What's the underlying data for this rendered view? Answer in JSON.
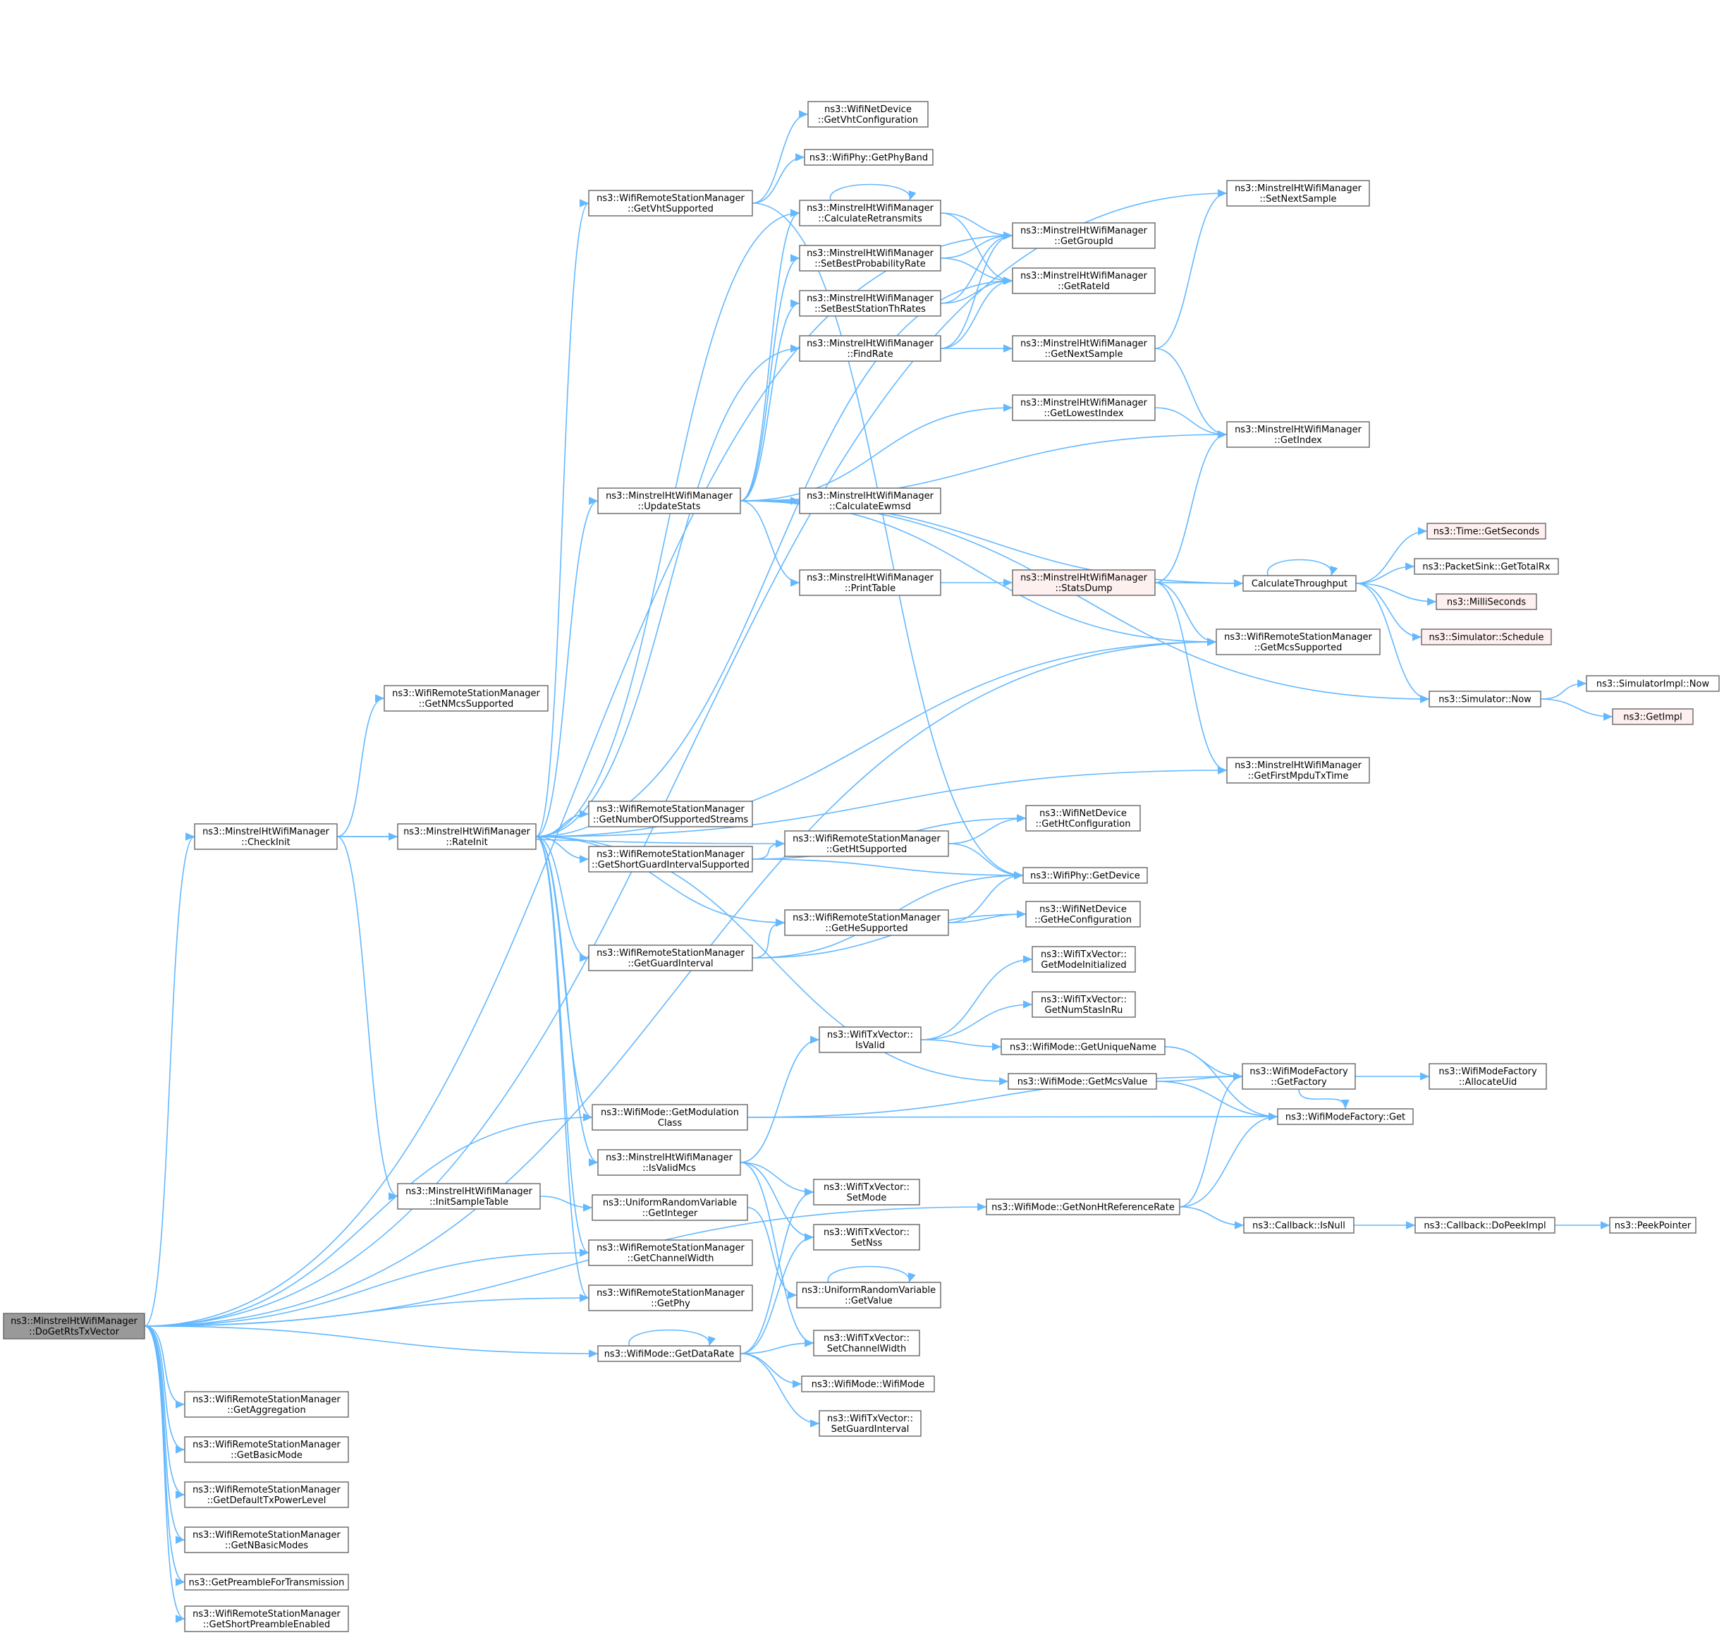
{
  "colors": {
    "edge": "#63b8ff",
    "node_fill": "#ffffff",
    "node_border": "#666666",
    "root_fill": "#999999",
    "truncated_fill": "#fff0f0",
    "truncated_border": "#ff0000"
  },
  "nodes": [
    {
      "id": "root",
      "lines": [
        "ns3::MinstrelHtWifiManager",
        "::DoGetRtsTxVector"
      ],
      "style": "root"
    },
    {
      "id": "checkinit",
      "lines": [
        "ns3::MinstrelHtWifiManager",
        "::CheckInit"
      ]
    },
    {
      "id": "getaggregation",
      "lines": [
        "ns3::WifiRemoteStationManager",
        "::GetAggregation"
      ]
    },
    {
      "id": "getbasicmode",
      "lines": [
        "ns3::WifiRemoteStationManager",
        "::GetBasicMode"
      ]
    },
    {
      "id": "getdefaulttxpower",
      "lines": [
        "ns3::WifiRemoteStationManager",
        "::GetDefaultTxPowerLevel"
      ]
    },
    {
      "id": "getnbasicmodes",
      "lines": [
        "ns3::WifiRemoteStationManager",
        "::GetNBasicModes"
      ]
    },
    {
      "id": "getpreamble",
      "lines": [
        "ns3::GetPreambleForTransmission"
      ]
    },
    {
      "id": "getshortpreamble",
      "lines": [
        "ns3::WifiRemoteStationManager",
        "::GetShortPreambleEnabled"
      ]
    },
    {
      "id": "getnmcssupported",
      "lines": [
        "ns3::WifiRemoteStationManager",
        "::GetNMcsSupported"
      ]
    },
    {
      "id": "rateinit",
      "lines": [
        "ns3::MinstrelHtWifiManager",
        "::RateInit"
      ]
    },
    {
      "id": "initsampletable",
      "lines": [
        "ns3::MinstrelHtWifiManager",
        "::InitSampleTable"
      ]
    },
    {
      "id": "getvhtsupported",
      "lines": [
        "ns3::WifiRemoteStationManager",
        "::GetVhtSupported"
      ]
    },
    {
      "id": "updatestats",
      "lines": [
        "ns3::MinstrelHtWifiManager",
        "::UpdateStats"
      ]
    },
    {
      "id": "getnumstreams",
      "lines": [
        "ns3::WifiRemoteStationManager",
        "::GetNumberOfSupportedStreams"
      ]
    },
    {
      "id": "getsgisupported",
      "lines": [
        "ns3::WifiRemoteStationManager",
        "::GetShortGuardIntervalSupported"
      ]
    },
    {
      "id": "getguardinterval",
      "lines": [
        "ns3::WifiRemoteStationManager",
        "::GetGuardInterval"
      ]
    },
    {
      "id": "getmodulationclass",
      "lines": [
        "ns3::WifiMode::GetModulation",
        "Class"
      ]
    },
    {
      "id": "isvalidmcs",
      "lines": [
        "ns3::MinstrelHtWifiManager",
        "::IsValidMcs"
      ]
    },
    {
      "id": "getinteger",
      "lines": [
        "ns3::UniformRandomVariable",
        "::GetInteger"
      ]
    },
    {
      "id": "getchannelwidth",
      "lines": [
        "ns3::WifiRemoteStationManager",
        "::GetChannelWidth"
      ]
    },
    {
      "id": "getphy",
      "lines": [
        "ns3::WifiRemoteStationManager",
        "::GetPhy"
      ]
    },
    {
      "id": "getdatarate",
      "lines": [
        "ns3::WifiMode::GetDataRate"
      ]
    },
    {
      "id": "getvhtconfig",
      "lines": [
        "ns3::WifiNetDevice",
        "::GetVhtConfiguration"
      ]
    },
    {
      "id": "getphyband",
      "lines": [
        "ns3::WifiPhy::GetPhyBand"
      ]
    },
    {
      "id": "calcretransmits",
      "lines": [
        "ns3::MinstrelHtWifiManager",
        "::CalculateRetransmits"
      ]
    },
    {
      "id": "setbestprob",
      "lines": [
        "ns3::MinstrelHtWifiManager",
        "::SetBestProbabilityRate"
      ]
    },
    {
      "id": "setbeststation",
      "lines": [
        "ns3::MinstrelHtWifiManager",
        "::SetBestStationThRates"
      ]
    },
    {
      "id": "findrate",
      "lines": [
        "ns3::MinstrelHtWifiManager",
        "::FindRate"
      ]
    },
    {
      "id": "calcewmsd",
      "lines": [
        "ns3::MinstrelHtWifiManager",
        "::CalculateEwmsd"
      ]
    },
    {
      "id": "printtable",
      "lines": [
        "ns3::MinstrelHtWifiManager",
        "::PrintTable"
      ]
    },
    {
      "id": "gethtsupported",
      "lines": [
        "ns3::WifiRemoteStationManager",
        "::GetHtSupported"
      ]
    },
    {
      "id": "gethesupported",
      "lines": [
        "ns3::WifiRemoteStationManager",
        "::GetHeSupported"
      ]
    },
    {
      "id": "isvalid",
      "lines": [
        "ns3::WifiTxVector::",
        "IsValid"
      ]
    },
    {
      "id": "setmode",
      "lines": [
        "ns3::WifiTxVector::",
        "SetMode"
      ]
    },
    {
      "id": "setnss",
      "lines": [
        "ns3::WifiTxVector::",
        "SetNss"
      ]
    },
    {
      "id": "getvalue",
      "lines": [
        "ns3::UniformRandomVariable",
        "::GetValue"
      ]
    },
    {
      "id": "setchannelwidth",
      "lines": [
        "ns3::WifiTxVector::",
        "SetChannelWidth"
      ]
    },
    {
      "id": "wifimode",
      "lines": [
        "ns3::WifiMode::WifiMode"
      ]
    },
    {
      "id": "setguardinterval",
      "lines": [
        "ns3::WifiTxVector::",
        "SetGuardInterval"
      ]
    },
    {
      "id": "getgroupid",
      "lines": [
        "ns3::MinstrelHtWifiManager",
        "::GetGroupId"
      ]
    },
    {
      "id": "getrateid",
      "lines": [
        "ns3::MinstrelHtWifiManager",
        "::GetRateId"
      ]
    },
    {
      "id": "getnextsample",
      "lines": [
        "ns3::MinstrelHtWifiManager",
        "::GetNextSample"
      ]
    },
    {
      "id": "getlowestindex",
      "lines": [
        "ns3::MinstrelHtWifiManager",
        "::GetLowestIndex"
      ]
    },
    {
      "id": "statsdump",
      "lines": [
        "ns3::MinstrelHtWifiManager",
        "::StatsDump"
      ],
      "style": "truncated"
    },
    {
      "id": "gethtconfig",
      "lines": [
        "ns3::WifiNetDevice",
        "::GetHtConfiguration"
      ]
    },
    {
      "id": "getdevice",
      "lines": [
        "ns3::WifiPhy::GetDevice"
      ]
    },
    {
      "id": "getheconfig",
      "lines": [
        "ns3::WifiNetDevice",
        "::GetHeConfiguration"
      ]
    },
    {
      "id": "getmodeinit",
      "lines": [
        "ns3::WifiTxVector::",
        "GetModeInitialized"
      ]
    },
    {
      "id": "getnumstas",
      "lines": [
        "ns3::WifiTxVector::",
        "GetNumStasInRu"
      ]
    },
    {
      "id": "getuniquename",
      "lines": [
        "ns3::WifiMode::GetUniqueName"
      ]
    },
    {
      "id": "getmcsvalue",
      "lines": [
        "ns3::WifiMode::GetMcsValue"
      ]
    },
    {
      "id": "getnonhtrate",
      "lines": [
        "ns3::WifiMode::GetNonHtReferenceRate"
      ]
    },
    {
      "id": "setnextsample",
      "lines": [
        "ns3::MinstrelHtWifiManager",
        "::SetNextSample"
      ]
    },
    {
      "id": "getindex",
      "lines": [
        "ns3::MinstrelHtWifiManager",
        "::GetIndex"
      ]
    },
    {
      "id": "calcthroughput",
      "lines": [
        "CalculateThroughput"
      ]
    },
    {
      "id": "getmcssupported",
      "lines": [
        "ns3::WifiRemoteStationManager",
        "::GetMcsSupported"
      ]
    },
    {
      "id": "getfirstmpdu",
      "lines": [
        "ns3::MinstrelHtWifiManager",
        "::GetFirstMpduTxTime"
      ]
    },
    {
      "id": "getfactory",
      "lines": [
        "ns3::WifiModeFactory",
        "::GetFactory"
      ]
    },
    {
      "id": "factoryget",
      "lines": [
        "ns3::WifiModeFactory::Get"
      ]
    },
    {
      "id": "isnull",
      "lines": [
        "ns3::Callback::IsNull"
      ]
    },
    {
      "id": "timegetseconds",
      "lines": [
        "ns3::Time::GetSeconds"
      ],
      "style": "truncated"
    },
    {
      "id": "gettotalrx",
      "lines": [
        "ns3::PacketSink::GetTotalRx"
      ]
    },
    {
      "id": "milliseconds",
      "lines": [
        "ns3::MilliSeconds"
      ],
      "style": "truncated"
    },
    {
      "id": "schedule",
      "lines": [
        "ns3::Simulator::Schedule"
      ],
      "style": "truncated"
    },
    {
      "id": "simnow",
      "lines": [
        "ns3::Simulator::Now"
      ]
    },
    {
      "id": "allocateuid",
      "lines": [
        "ns3::WifiModeFactory",
        "::AllocateUid"
      ]
    },
    {
      "id": "dopeekimpl",
      "lines": [
        "ns3::Callback::DoPeekImpl"
      ]
    },
    {
      "id": "simimplnow",
      "lines": [
        "ns3::SimulatorImpl::Now"
      ]
    },
    {
      "id": "getimpl",
      "lines": [
        "ns3::GetImpl"
      ],
      "style": "truncated"
    },
    {
      "id": "peekpointer",
      "lines": [
        "ns3::PeekPointer"
      ]
    }
  ],
  "edges": [
    [
      "root",
      "checkinit"
    ],
    [
      "root",
      "getaggregation"
    ],
    [
      "root",
      "getbasicmode"
    ],
    [
      "root",
      "getdefaulttxpower"
    ],
    [
      "root",
      "getnbasicmodes"
    ],
    [
      "root",
      "getpreamble"
    ],
    [
      "root",
      "getshortpreamble"
    ],
    [
      "root",
      "getmodulationclass"
    ],
    [
      "root",
      "getchannelwidth"
    ],
    [
      "root",
      "getphy"
    ],
    [
      "root",
      "getdatarate"
    ],
    [
      "root",
      "getnonhtrate"
    ],
    [
      "root",
      "getmcssupported"
    ],
    [
      "root",
      "getgroupid"
    ],
    [
      "root",
      "setnextsample"
    ],
    [
      "checkinit",
      "getnmcssupported"
    ],
    [
      "checkinit",
      "rateinit"
    ],
    [
      "checkinit",
      "initsampletable"
    ],
    [
      "checkinit",
      "gethtsupported"
    ],
    [
      "rateinit",
      "updatestats"
    ],
    [
      "rateinit",
      "getvhtsupported"
    ],
    [
      "rateinit",
      "calcretransmits"
    ],
    [
      "rateinit",
      "findrate"
    ],
    [
      "rateinit",
      "getrateid"
    ],
    [
      "rateinit",
      "getnumstreams"
    ],
    [
      "rateinit",
      "getsgisupported"
    ],
    [
      "rateinit",
      "getguardinterval"
    ],
    [
      "rateinit",
      "getmodulationclass"
    ],
    [
      "rateinit",
      "isvalidmcs"
    ],
    [
      "rateinit",
      "getchannelwidth"
    ],
    [
      "rateinit",
      "getphy"
    ],
    [
      "rateinit",
      "gethesupported"
    ],
    [
      "rateinit",
      "getmcsvalue"
    ],
    [
      "rateinit",
      "getmcssupported"
    ],
    [
      "rateinit",
      "getfirstmpdu"
    ],
    [
      "initsampletable",
      "getinteger"
    ],
    [
      "getvhtsupported",
      "getvhtconfig"
    ],
    [
      "getvhtsupported",
      "getphyband"
    ],
    [
      "getvhtsupported",
      "getdevice"
    ],
    [
      "updatestats",
      "calcretransmits"
    ],
    [
      "updatestats",
      "setbestprob"
    ],
    [
      "updatestats",
      "setbeststation"
    ],
    [
      "updatestats",
      "getlowestindex"
    ],
    [
      "updatestats",
      "getindex"
    ],
    [
      "updatestats",
      "calcewmsd"
    ],
    [
      "updatestats",
      "printtable"
    ],
    [
      "updatestats",
      "calcthroughput"
    ],
    [
      "updatestats",
      "getmcssupported"
    ],
    [
      "updatestats",
      "simnow"
    ],
    [
      "getsgisupported",
      "gethtsupported"
    ],
    [
      "getsgisupported",
      "gethtconfig"
    ],
    [
      "getsgisupported",
      "getdevice"
    ],
    [
      "getguardinterval",
      "gethesupported"
    ],
    [
      "getguardinterval",
      "getdevice"
    ],
    [
      "getguardinterval",
      "getheconfig"
    ],
    [
      "getmodulationclass",
      "getfactory"
    ],
    [
      "getmodulationclass",
      "factoryget"
    ],
    [
      "isvalidmcs",
      "isvalid"
    ],
    [
      "isvalidmcs",
      "setmode"
    ],
    [
      "isvalidmcs",
      "setnss"
    ],
    [
      "isvalidmcs",
      "setchannelwidth"
    ],
    [
      "getinteger",
      "getvalue"
    ],
    [
      "getdatarate",
      "getdatarate"
    ],
    [
      "getdatarate",
      "setmode"
    ],
    [
      "getdatarate",
      "setnss"
    ],
    [
      "getdatarate",
      "setchannelwidth"
    ],
    [
      "getdatarate",
      "wifimode"
    ],
    [
      "getdatarate",
      "setguardinterval"
    ],
    [
      "calcretransmits",
      "calcretransmits"
    ],
    [
      "calcretransmits",
      "getgroupid"
    ],
    [
      "calcretransmits",
      "getrateid"
    ],
    [
      "setbestprob",
      "getgroupid"
    ],
    [
      "setbestprob",
      "getrateid"
    ],
    [
      "setbeststation",
      "getgroupid"
    ],
    [
      "setbeststation",
      "getrateid"
    ],
    [
      "findrate",
      "getgroupid"
    ],
    [
      "findrate",
      "getrateid"
    ],
    [
      "findrate",
      "getnextsample"
    ],
    [
      "printtable",
      "statsdump"
    ],
    [
      "gethtsupported",
      "gethtconfig"
    ],
    [
      "gethtsupported",
      "getdevice"
    ],
    [
      "gethesupported",
      "getdevice"
    ],
    [
      "gethesupported",
      "getheconfig"
    ],
    [
      "isvalid",
      "getmodeinit"
    ],
    [
      "isvalid",
      "getnumstas"
    ],
    [
      "isvalid",
      "getuniquename"
    ],
    [
      "getvalue",
      "getvalue"
    ],
    [
      "getnextsample",
      "setnextsample"
    ],
    [
      "getnextsample",
      "getindex"
    ],
    [
      "getlowestindex",
      "getindex"
    ],
    [
      "statsdump",
      "getindex"
    ],
    [
      "statsdump",
      "calcthroughput"
    ],
    [
      "statsdump",
      "getmcssupported"
    ],
    [
      "statsdump",
      "getfirstmpdu"
    ],
    [
      "getuniquename",
      "getfactory"
    ],
    [
      "getuniquename",
      "factoryget"
    ],
    [
      "getmcsvalue",
      "getfactory"
    ],
    [
      "getmcsvalue",
      "factoryget"
    ],
    [
      "getnonhtrate",
      "getfactory"
    ],
    [
      "getnonhtrate",
      "factoryget"
    ],
    [
      "getnonhtrate",
      "isnull"
    ],
    [
      "calcthroughput",
      "calcthroughput"
    ],
    [
      "calcthroughput",
      "timegetseconds"
    ],
    [
      "calcthroughput",
      "gettotalrx"
    ],
    [
      "calcthroughput",
      "milliseconds"
    ],
    [
      "calcthroughput",
      "schedule"
    ],
    [
      "calcthroughput",
      "simnow"
    ],
    [
      "getfactory",
      "allocateuid"
    ],
    [
      "getfactory",
      "factoryget"
    ],
    [
      "isnull",
      "dopeekimpl"
    ],
    [
      "simnow",
      "simimplnow"
    ],
    [
      "simnow",
      "getimpl"
    ],
    [
      "dopeekimpl",
      "peekpointer"
    ]
  ]
}
